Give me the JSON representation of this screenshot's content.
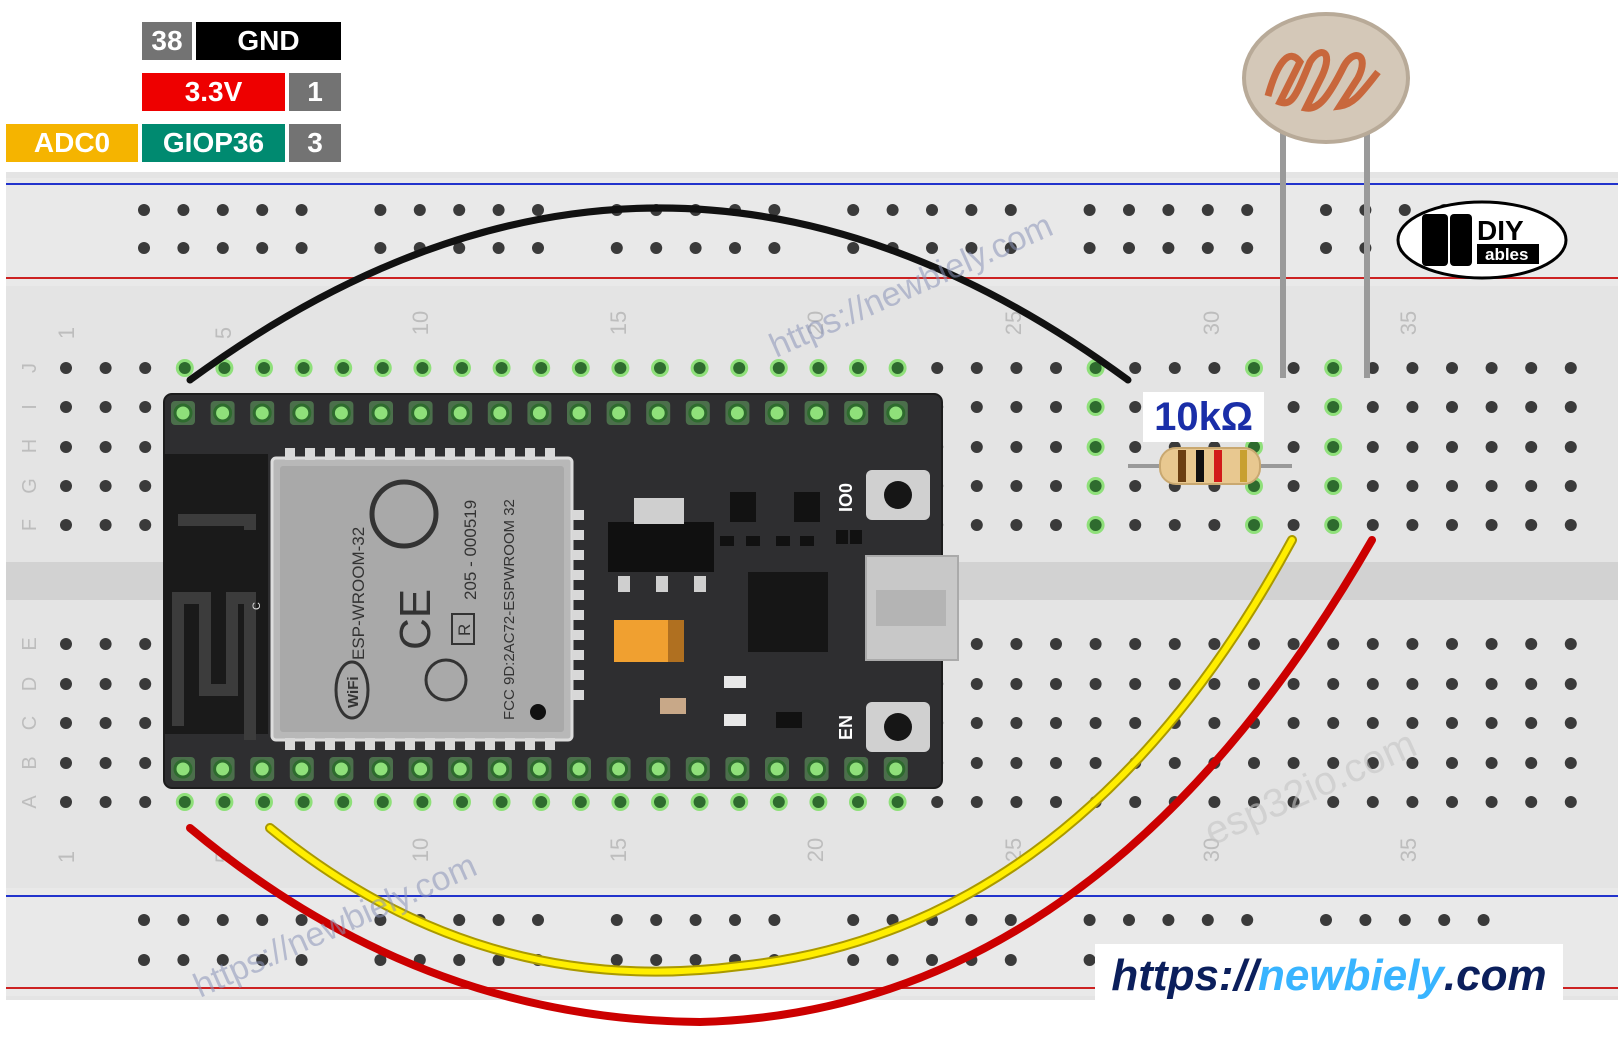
{
  "pin_legend": {
    "rows": [
      {
        "pin_number": "38",
        "signal": "GND",
        "signal_color": "#000000"
      },
      {
        "signal": "3.3V",
        "pin_number": "1",
        "signal_color": "#ee0000"
      },
      {
        "function": "ADC0",
        "signal": "GIOP36",
        "pin_number": "3",
        "signal_color": "#008a70",
        "function_color": "#f5b400"
      }
    ],
    "number_color": "#737373"
  },
  "resistor": {
    "label": "10kΩ"
  },
  "breadboard": {
    "row_letters_top": [
      "J",
      "I",
      "H",
      "G",
      "F"
    ],
    "row_letters_bottom": [
      "E",
      "D",
      "C",
      "B",
      "A"
    ],
    "column_numbers": [
      "1",
      "5",
      "10",
      "15",
      "20",
      "25",
      "30",
      "35"
    ]
  },
  "esp32": {
    "module_text": "ESP-WROOM-32",
    "module_id": "205 - 000519",
    "fcc_text": "FCC 9D:2AC72-ESPWROOM 32",
    "ce_mark": "CE",
    "r_mark": "R",
    "wifi_text": "WiFi",
    "io0_label": "IO0",
    "en_label": "EN",
    "antenna_c": "C"
  },
  "logo": {
    "top_text": "DIY",
    "bottom_text": "ables"
  },
  "watermarks": [
    "https://newbiely.com",
    "https://newbiely.com",
    "esp32io.com"
  ],
  "footer_url": {
    "part1": "https://",
    "part2": "newbiely",
    "part3": ".com"
  },
  "wire_colors": {
    "gnd": "#111111",
    "vcc": "#cc0000",
    "signal": "#ffee00"
  }
}
